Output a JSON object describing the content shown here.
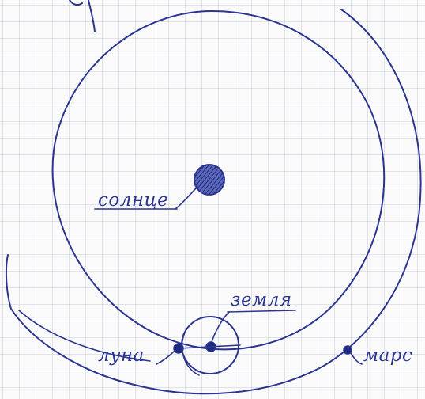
{
  "colors": {
    "ink": "#2b3590",
    "sun_fill": "#3d4aa8",
    "grid": "#b8c0cc",
    "paper": "#fafafa"
  },
  "labels": {
    "sun": "солнце",
    "earth": "земля",
    "moon": "луна",
    "mars": "марс"
  }
}
